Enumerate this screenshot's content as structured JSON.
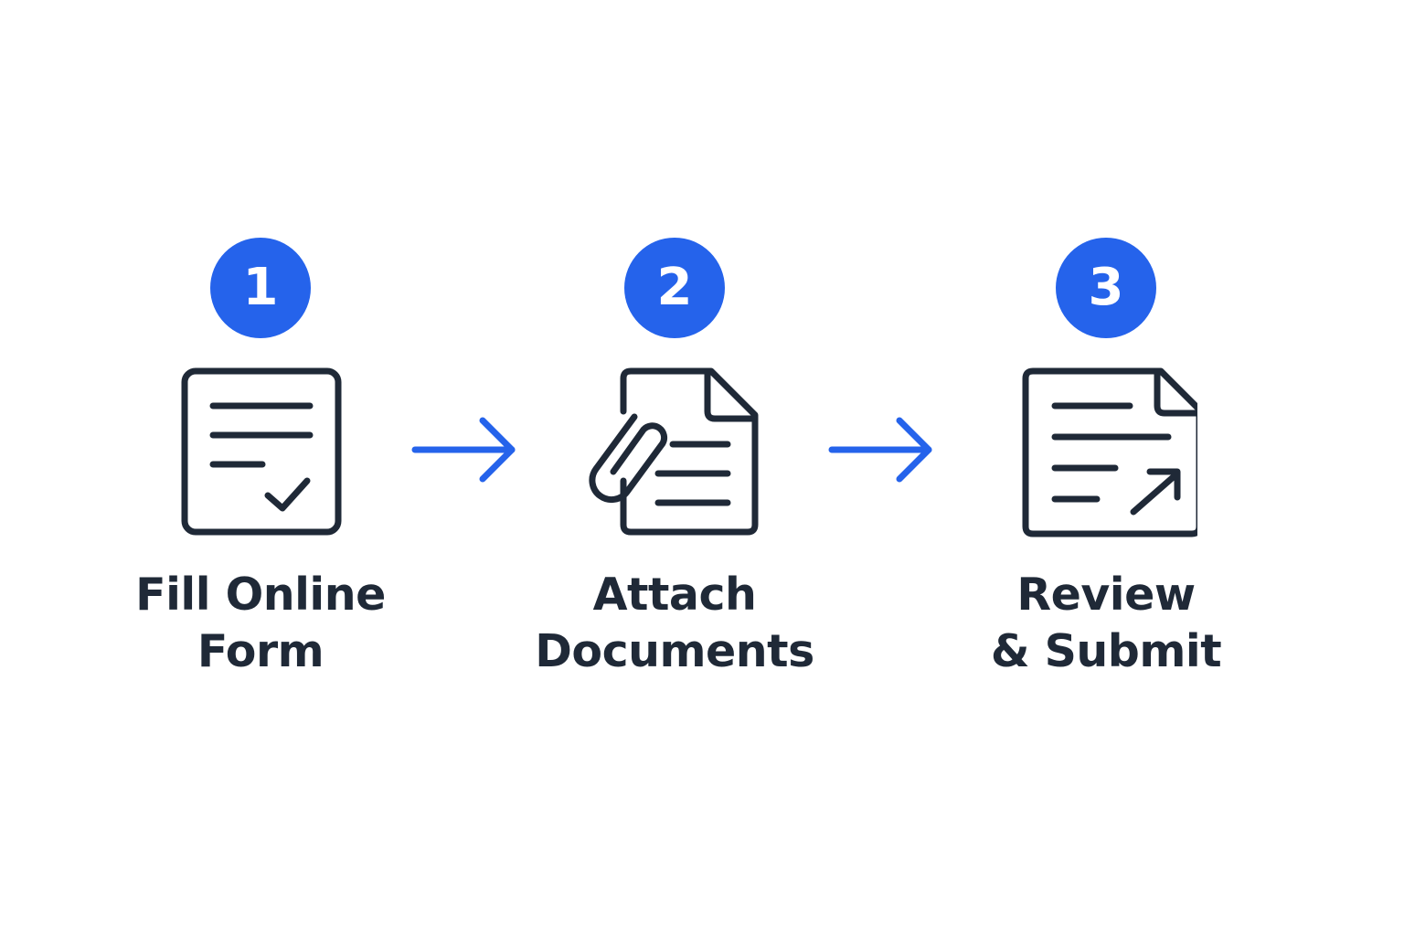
{
  "colors": {
    "accent": "#2563EB",
    "ink": "#1F2937",
    "background": "#FFFFFF"
  },
  "steps": [
    {
      "number": "1",
      "label_line1": "Fill Online",
      "label_line2": "Form",
      "icon": "form-checkmark-icon"
    },
    {
      "number": "2",
      "label_line1": "Attach",
      "label_line2": "Documents",
      "icon": "document-paperclip-icon"
    },
    {
      "number": "3",
      "label_line1": "Review",
      "label_line2": "& Submit",
      "icon": "document-submit-arrow-icon"
    }
  ],
  "connectors": [
    "arrow-right-icon",
    "arrow-right-icon"
  ]
}
